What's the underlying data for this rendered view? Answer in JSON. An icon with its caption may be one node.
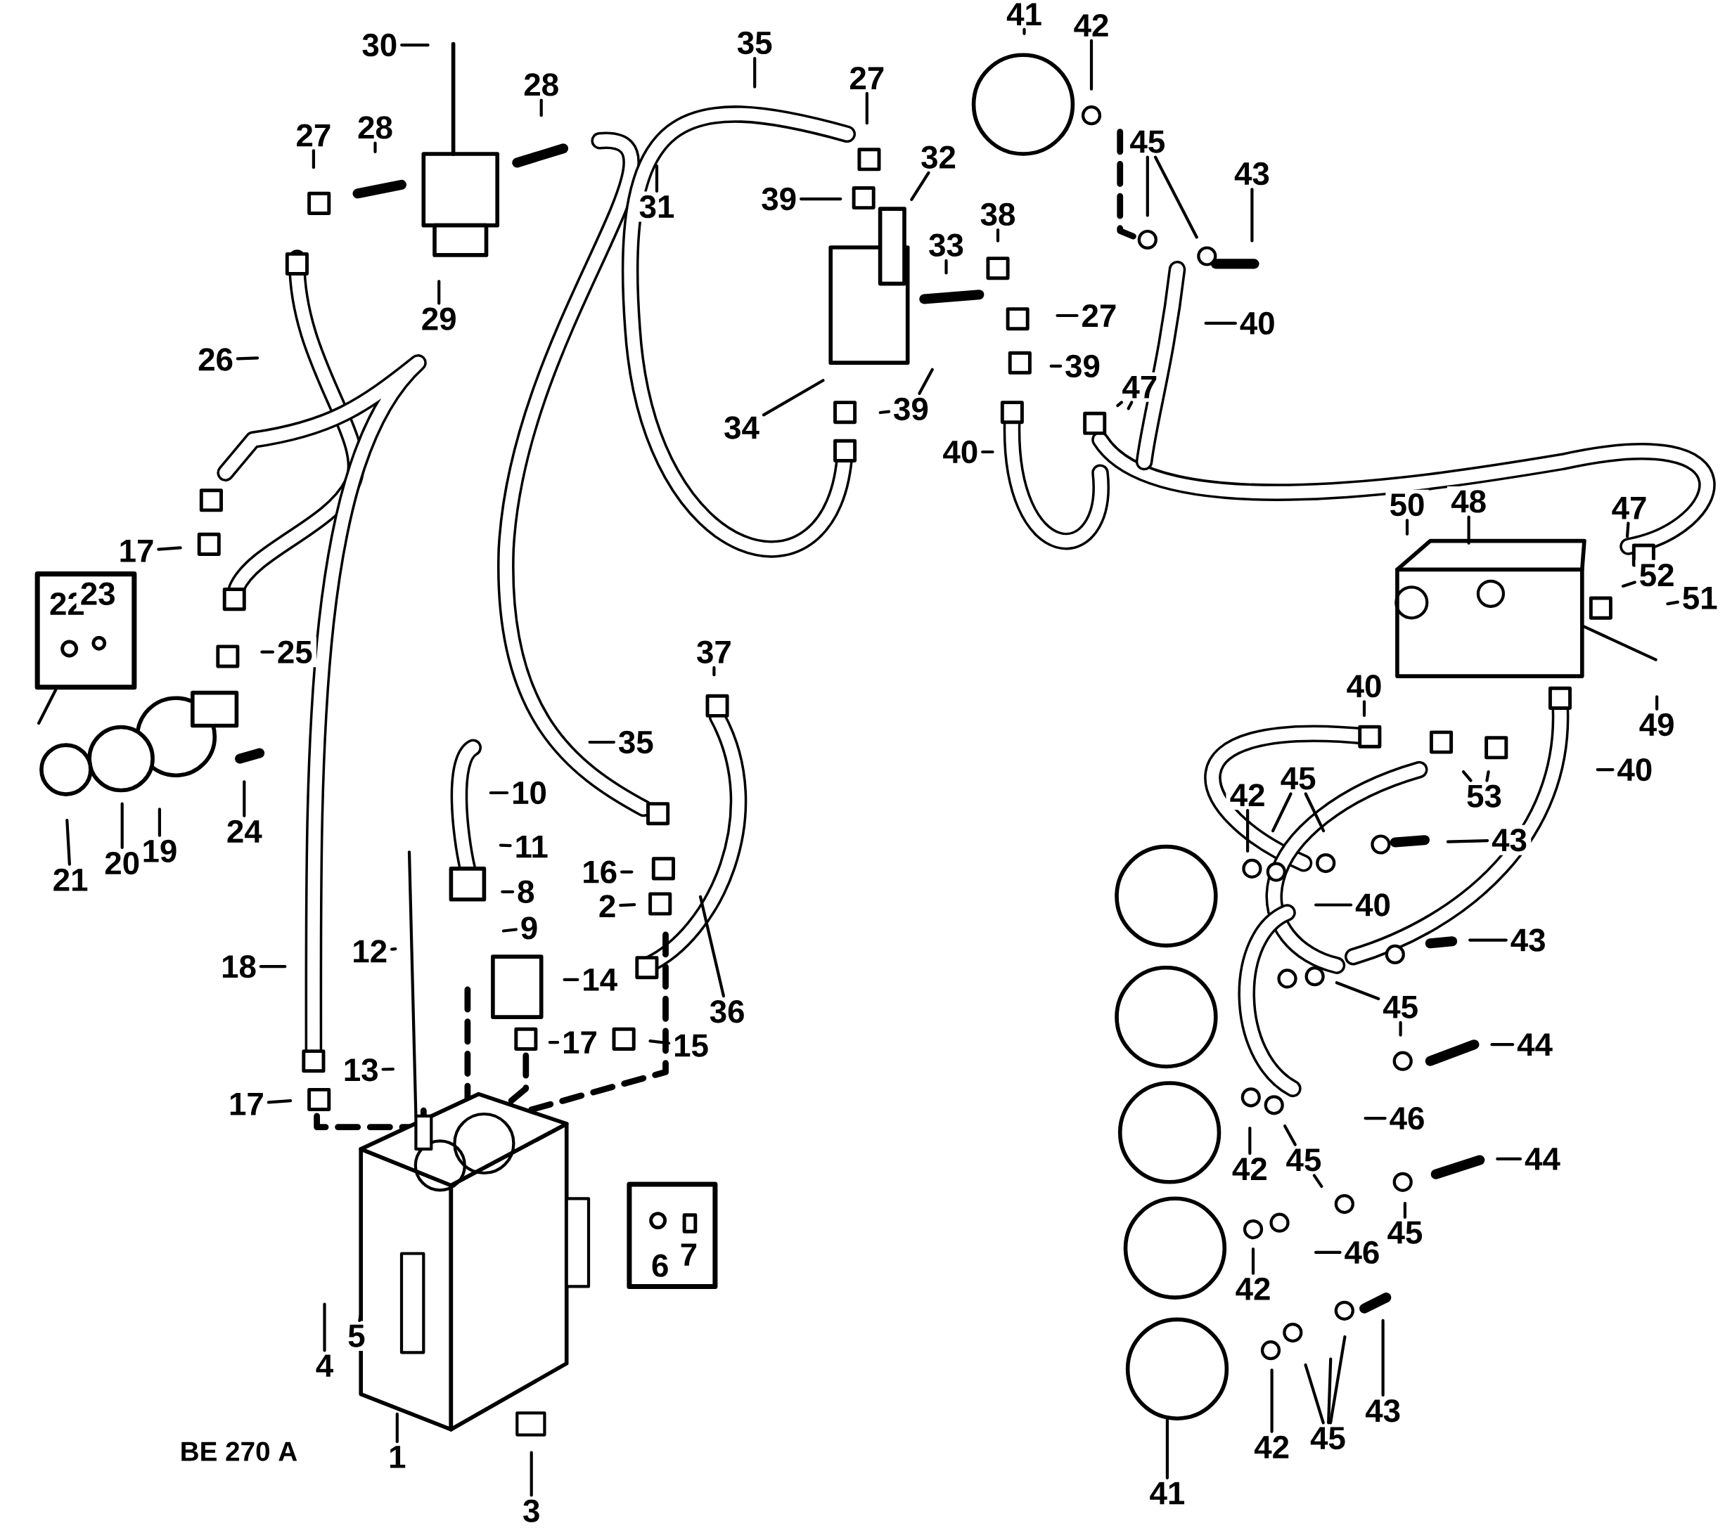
{
  "diagram": {
    "nodes": [
      {
        "text": [
          "30"
        ]
      },
      {
        "text": [
          "28"
        ]
      },
      {
        "text": [
          "35"
        ]
      },
      {
        "text": [
          "27"
        ]
      },
      {
        "text": [
          "41"
        ]
      },
      {
        "text": [
          "42"
        ]
      },
      {
        "text": [
          "45"
        ]
      },
      {
        "text": [
          "43"
        ]
      },
      {
        "text": [
          "28"
        ]
      },
      {
        "text": [
          "27"
        ]
      },
      {
        "text": [
          "31"
        ]
      },
      {
        "text": [
          "32"
        ]
      },
      {
        "text": [
          "39"
        ]
      },
      {
        "text": [
          "38"
        ]
      },
      {
        "text": [
          "33"
        ]
      },
      {
        "text": [
          "29"
        ]
      },
      {
        "text": [
          "27"
        ]
      },
      {
        "text": [
          "40"
        ]
      },
      {
        "text": [
          "26"
        ]
      },
      {
        "text": [
          "39"
        ]
      },
      {
        "text": [
          "47"
        ]
      },
      {
        "text": [
          "39"
        ]
      },
      {
        "text": [
          "34"
        ]
      },
      {
        "text": [
          "40"
        ]
      },
      {
        "text": [
          "50"
        ]
      },
      {
        "text": [
          "48"
        ]
      },
      {
        "text": [
          "47"
        ]
      },
      {
        "text": [
          "17"
        ]
      },
      {
        "text": [
          "52"
        ]
      },
      {
        "text": [
          "22",
          "23"
        ]
      },
      {
        "text": [
          "51"
        ]
      },
      {
        "text": [
          "25"
        ]
      },
      {
        "text": [
          "37"
        ]
      },
      {
        "text": [
          "40"
        ]
      },
      {
        "text": [
          "49"
        ]
      },
      {
        "text": [
          "35"
        ]
      },
      {
        "text": [
          "40"
        ]
      },
      {
        "text": [
          "10"
        ]
      },
      {
        "text": [
          "45"
        ]
      },
      {
        "text": [
          "53"
        ]
      },
      {
        "text": [
          "42"
        ]
      },
      {
        "text": [
          "24"
        ]
      },
      {
        "text": [
          "43"
        ]
      },
      {
        "text": [
          "11"
        ]
      },
      {
        "text": [
          "19"
        ]
      },
      {
        "text": [
          "20"
        ]
      },
      {
        "text": [
          "21"
        ]
      },
      {
        "text": [
          "16"
        ]
      },
      {
        "text": [
          "8"
        ]
      },
      {
        "text": [
          "2"
        ]
      },
      {
        "text": [
          "40"
        ]
      },
      {
        "text": [
          "9"
        ]
      },
      {
        "text": [
          "43"
        ]
      },
      {
        "text": [
          "12"
        ]
      },
      {
        "text": [
          "18"
        ]
      },
      {
        "text": [
          "14"
        ]
      },
      {
        "text": [
          "45"
        ]
      },
      {
        "text": [
          "36"
        ]
      },
      {
        "text": [
          "17"
        ]
      },
      {
        "text": [
          "15"
        ]
      },
      {
        "text": [
          "44"
        ]
      },
      {
        "text": [
          "13"
        ]
      },
      {
        "text": [
          "17"
        ]
      },
      {
        "text": [
          "46"
        ]
      },
      {
        "text": [
          "45"
        ]
      },
      {
        "text": [
          "42"
        ]
      },
      {
        "text": [
          "44"
        ]
      },
      {
        "text": [
          "6",
          "7"
        ]
      },
      {
        "text": [
          "45"
        ]
      },
      {
        "text": [
          "46"
        ]
      },
      {
        "text": [
          "42"
        ]
      },
      {
        "text": [
          "4"
        ]
      },
      {
        "text": [
          "5"
        ]
      },
      {
        "text": [
          "43"
        ]
      },
      {
        "text": [
          "45"
        ]
      },
      {
        "text": [
          "42"
        ]
      },
      {
        "text": [
          "1"
        ]
      },
      {
        "text": [
          "41"
        ]
      },
      {
        "text": [
          "3"
        ]
      }
    ],
    "edges": [
      {
        "from": 0,
        "to": null,
        "arrow": "none"
      },
      {
        "from": 1,
        "to": null,
        "arrow": "none"
      },
      {
        "from": 2,
        "to": null,
        "arrow": "none"
      },
      {
        "from": 3,
        "to": null,
        "arrow": "none"
      },
      {
        "from": 4,
        "to": null,
        "arrow": "none"
      },
      {
        "from": 5,
        "to": null,
        "arrow": "none"
      },
      {
        "from": 6,
        "to": null,
        "arrow": "none"
      },
      {
        "from": 6,
        "to": null,
        "arrow": "none"
      },
      {
        "from": 7,
        "to": null,
        "arrow": "none"
      },
      {
        "from": 8,
        "to": null,
        "arrow": "none"
      },
      {
        "from": 9,
        "to": null,
        "arrow": "none"
      },
      {
        "from": 10,
        "to": null,
        "arrow": "none"
      },
      {
        "from": 11,
        "to": null,
        "arrow": "none"
      },
      {
        "from": 12,
        "to": null,
        "arrow": "none"
      },
      {
        "from": 13,
        "to": null,
        "arrow": "none"
      },
      {
        "from": 14,
        "to": null,
        "arrow": "none"
      },
      {
        "from": 15,
        "to": null,
        "arrow": "none"
      },
      {
        "from": 16,
        "to": null,
        "arrow": "none"
      },
      {
        "from": 17,
        "to": null,
        "arrow": "none"
      },
      {
        "from": 18,
        "to": null,
        "arrow": "none"
      },
      {
        "from": 19,
        "to": null,
        "arrow": "none"
      },
      {
        "from": 20,
        "to": null,
        "arrow": "none"
      },
      {
        "from": 20,
        "to": null,
        "arrow": "none"
      },
      {
        "from": 21,
        "to": null,
        "arrow": "none"
      },
      {
        "from": 21,
        "to": null,
        "arrow": "none"
      },
      {
        "from": 22,
        "to": null,
        "arrow": "none"
      },
      {
        "from": 23,
        "to": null,
        "arrow": "none"
      },
      {
        "from": 24,
        "to": null,
        "arrow": "none"
      },
      {
        "from": 25,
        "to": null,
        "arrow": "none"
      },
      {
        "from": 26,
        "to": null,
        "arrow": "none"
      },
      {
        "from": 27,
        "to": null,
        "arrow": "none"
      },
      {
        "from": 28,
        "to": null,
        "arrow": "none"
      },
      {
        "from": 29,
        "to": null,
        "arrow": "none"
      },
      {
        "from": 30,
        "to": null,
        "arrow": "none"
      },
      {
        "from": 31,
        "to": null,
        "arrow": "none"
      },
      {
        "from": 32,
        "to": null,
        "arrow": "none"
      },
      {
        "from": 33,
        "to": null,
        "arrow": "none"
      },
      {
        "from": 34,
        "to": null,
        "arrow": "none"
      },
      {
        "from": 35,
        "to": null,
        "arrow": "none"
      },
      {
        "from": 36,
        "to": null,
        "arrow": "none"
      },
      {
        "from": 37,
        "to": null,
        "arrow": "none"
      },
      {
        "from": 38,
        "to": null,
        "arrow": "none"
      },
      {
        "from": 38,
        "to": null,
        "arrow": "none"
      },
      {
        "from": 39,
        "to": null,
        "arrow": "none"
      },
      {
        "from": 39,
        "to": null,
        "arrow": "none"
      },
      {
        "from": 40,
        "to": null,
        "arrow": "none"
      },
      {
        "from": 41,
        "to": null,
        "arrow": "none"
      },
      {
        "from": 42,
        "to": null,
        "arrow": "none"
      },
      {
        "from": 43,
        "to": null,
        "arrow": "none"
      },
      {
        "from": 44,
        "to": null,
        "arrow": "none"
      },
      {
        "from": 45,
        "to": null,
        "arrow": "none"
      },
      {
        "from": 46,
        "to": null,
        "arrow": "none"
      },
      {
        "from": 47,
        "to": null,
        "arrow": "none"
      },
      {
        "from": 48,
        "to": null,
        "arrow": "none"
      },
      {
        "from": 49,
        "to": null,
        "arrow": "none"
      },
      {
        "from": 50,
        "to": null,
        "arrow": "none"
      },
      {
        "from": 51,
        "to": null,
        "arrow": "none"
      },
      {
        "from": 52,
        "to": null,
        "arrow": "none"
      },
      {
        "from": 53,
        "to": null,
        "arrow": "none"
      },
      {
        "from": 54,
        "to": null,
        "arrow": "none"
      },
      {
        "from": 55,
        "to": null,
        "arrow": "none"
      },
      {
        "from": 56,
        "to": null,
        "arrow": "none"
      },
      {
        "from": 56,
        "to": null,
        "arrow": "none"
      },
      {
        "from": 57,
        "to": null,
        "arrow": "none"
      },
      {
        "from": 58,
        "to": null,
        "arrow": "none"
      },
      {
        "from": 59,
        "to": null,
        "arrow": "none"
      },
      {
        "from": 60,
        "to": null,
        "arrow": "none"
      },
      {
        "from": 61,
        "to": null,
        "arrow": "none"
      },
      {
        "from": 62,
        "to": null,
        "arrow": "none"
      },
      {
        "from": 63,
        "to": null,
        "arrow": "none"
      },
      {
        "from": 64,
        "to": null,
        "arrow": "none"
      },
      {
        "from": 64,
        "to": null,
        "arrow": "none"
      },
      {
        "from": 65,
        "to": null,
        "arrow": "none"
      },
      {
        "from": 66,
        "to": null,
        "arrow": "none"
      },
      {
        "from": 68,
        "to": null,
        "arrow": "none"
      },
      {
        "from": 69,
        "to": null,
        "arrow": "none"
      },
      {
        "from": 70,
        "to": null,
        "arrow": "none"
      },
      {
        "from": 71,
        "to": null,
        "arrow": "none"
      },
      {
        "from": 72,
        "to": null,
        "arrow": "none"
      },
      {
        "from": 73,
        "to": null,
        "arrow": "none"
      },
      {
        "from": 74,
        "to": null,
        "arrow": "none"
      },
      {
        "from": 74,
        "to": null,
        "arrow": "none"
      },
      {
        "from": 74,
        "to": null,
        "arrow": "none"
      },
      {
        "from": 75,
        "to": null,
        "arrow": "none"
      },
      {
        "from": 76,
        "to": null,
        "arrow": "none"
      },
      {
        "from": 77,
        "to": null,
        "arrow": "none"
      },
      {
        "from": 78,
        "to": null,
        "arrow": "none"
      }
    ],
    "labels": [
      "BE 270 A"
    ]
  }
}
